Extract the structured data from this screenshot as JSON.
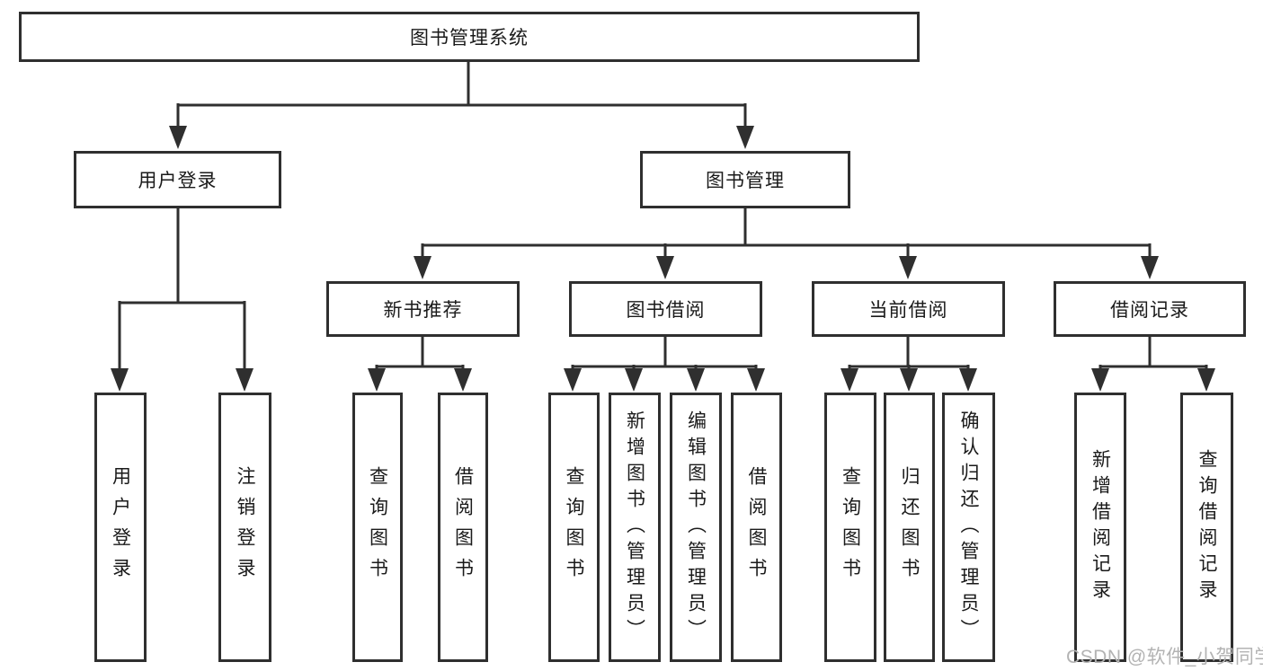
{
  "diagram": {
    "tree": {
      "label": "图书管理系统",
      "children": [
        {
          "label": "用户登录",
          "children": [
            {
              "label": "用户登录"
            },
            {
              "label": "注销登录"
            }
          ]
        },
        {
          "label": "图书管理",
          "children": [
            {
              "label": "新书推荐",
              "children": [
                {
                  "label": "查询图书"
                },
                {
                  "label": "借阅图书"
                }
              ]
            },
            {
              "label": "图书借阅",
              "children": [
                {
                  "label": "查询图书"
                },
                {
                  "label": "新增图书（管理员）"
                },
                {
                  "label": "编辑图书（管理员）"
                },
                {
                  "label": "借阅图书"
                }
              ]
            },
            {
              "label": "当前借阅",
              "children": [
                {
                  "label": "查询图书"
                },
                {
                  "label": "归还图书"
                },
                {
                  "label": "确认归还（管理员）"
                }
              ]
            },
            {
              "label": "借阅记录",
              "children": [
                {
                  "label": "新增借阅记录"
                },
                {
                  "label": "查询借阅记录"
                }
              ]
            }
          ]
        }
      ]
    },
    "watermark": "CSDN @软件_小贺同学",
    "colors": {
      "line": "#2f2f2f",
      "text": "#1a1a1a",
      "watermark": "#b3b3b3",
      "background": "#ffffff"
    }
  }
}
